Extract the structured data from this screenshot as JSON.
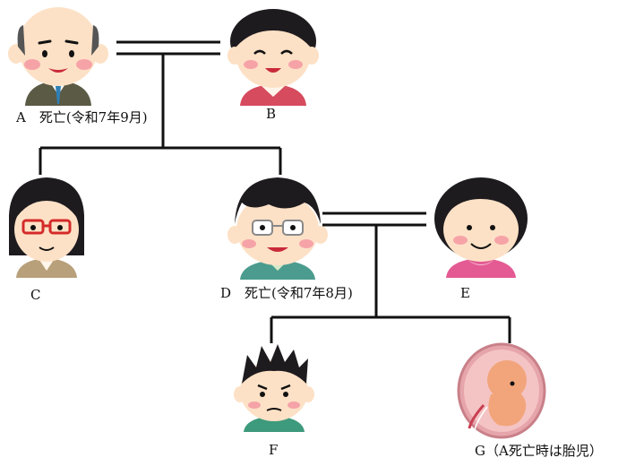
{
  "people": {
    "A": {
      "label": "A　死亡(令和7年9月)"
    },
    "B": {
      "label": "B"
    },
    "C": {
      "label": "C"
    },
    "D": {
      "label": "D　死亡(令和7年8月)"
    },
    "E": {
      "label": "E"
    },
    "F": {
      "label": "F"
    },
    "G": {
      "label": "G（A死亡時は胎児）"
    }
  },
  "colors": {
    "line": "#111111",
    "skin": "#fde1c6",
    "hair": "#1e1b1f",
    "cheek": "#f6a3a8",
    "suit": "#5b5a45",
    "cardigan_b": "#d64b5e",
    "coat_c": "#b8a07a",
    "shirt_d": "#4b9c8e",
    "top_e": "#e45a93",
    "shirt_f": "#3e9a7c",
    "fetus": "#f2a57b"
  }
}
